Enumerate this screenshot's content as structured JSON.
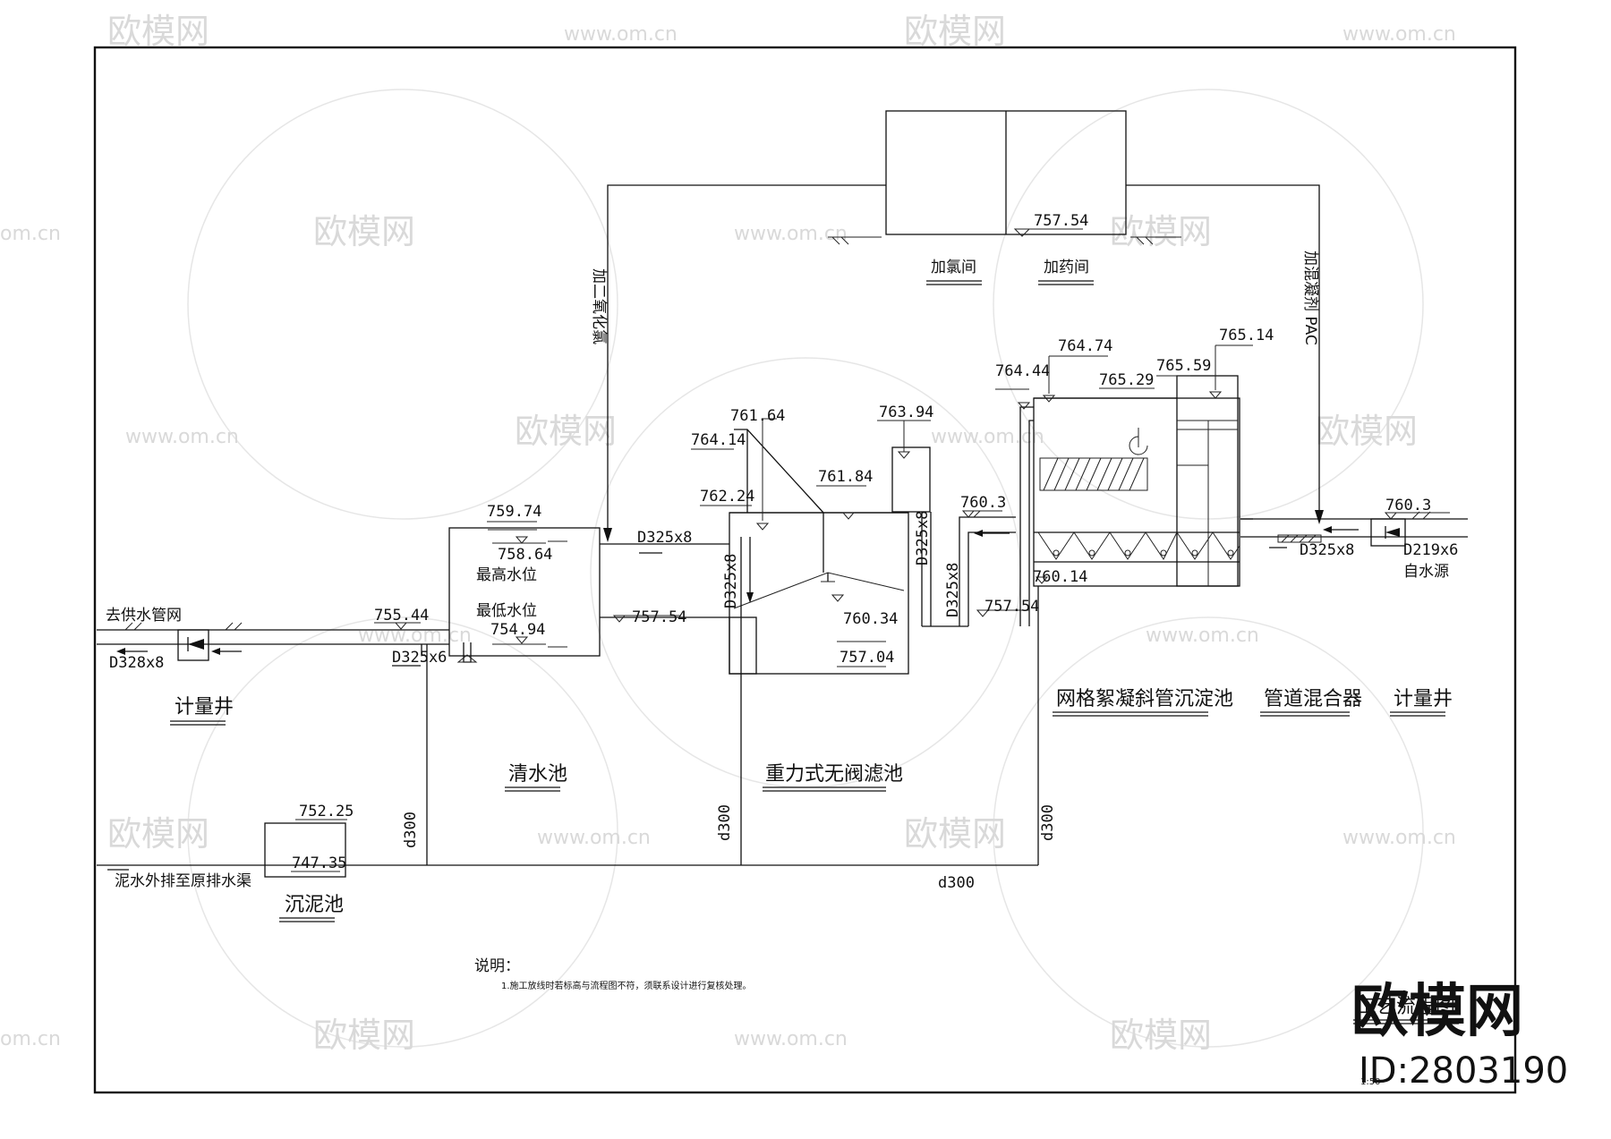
{
  "watermark": {
    "brand": "欧模网",
    "site": "www.om.cn",
    "site_short": "om.cn"
  },
  "rooms": {
    "chlorine": "加氯间",
    "dosing": "加药间",
    "elevation": "757.54"
  },
  "pipes": {
    "chlorine_feed": "加二氧化氯",
    "pac_feed": "加混凝剂 PAC",
    "inlet_main": "D325x8",
    "main_inlet": "D325x8",
    "source_pipe": "D219x6",
    "source_label": "自水源",
    "supply_label": "去供水管网",
    "supply_pipe": "D328x8",
    "clear_out": "D325x6",
    "filter_up_pipe": "D325x8",
    "filter_v1": "D325x8",
    "filter_v2": "D325x8",
    "drain_1": "d300",
    "drain_2": "d300",
    "drain_3": "d300",
    "drain_main": "d300",
    "sludge_out": "泥水外排至原排水渠"
  },
  "levels": {
    "clear_top": "759.74",
    "clear_high": "758.64",
    "clear_low": "754.94",
    "clear_out": "755.44",
    "clear_in": "757.54",
    "high_label": "最高水位",
    "low_label": "最低水位",
    "f_764_14": "764.14",
    "f_761_64": "761.64",
    "f_762_24": "762.24",
    "f_761_84": "761.84",
    "f_763_94": "763.94",
    "f_760_34": "760.34",
    "f_757_04": "757.04",
    "f_out": "757.54",
    "s_760_3": "760.3",
    "s_760_14": "760.14",
    "s_764_44": "764.44",
    "s_764_74": "764.74",
    "s_765_29": "765.29",
    "s_765_59": "765.59",
    "s_765_14": "765.14",
    "src_760_3": "760.3",
    "sludge_top": "752.25",
    "sludge_bottom": "747.35"
  },
  "units": {
    "meter_left": "计量井",
    "clear_well": "清水池",
    "gravity_filter": "重力式无阀滤池",
    "settler": "网格絮凝斜管沉淀池",
    "mixer": "管道混合器",
    "meter_right": "计量井",
    "sludge_tank": "沉泥池"
  },
  "notes": {
    "title": "说明：",
    "line1": "1.施工放线时若标高与流程图不符，须联系设计进行复核处理。"
  },
  "title_block": {
    "title": "工艺流程图",
    "scale": "1:50"
  },
  "overlay": {
    "brand": "欧模网",
    "id": "ID:2803190"
  }
}
